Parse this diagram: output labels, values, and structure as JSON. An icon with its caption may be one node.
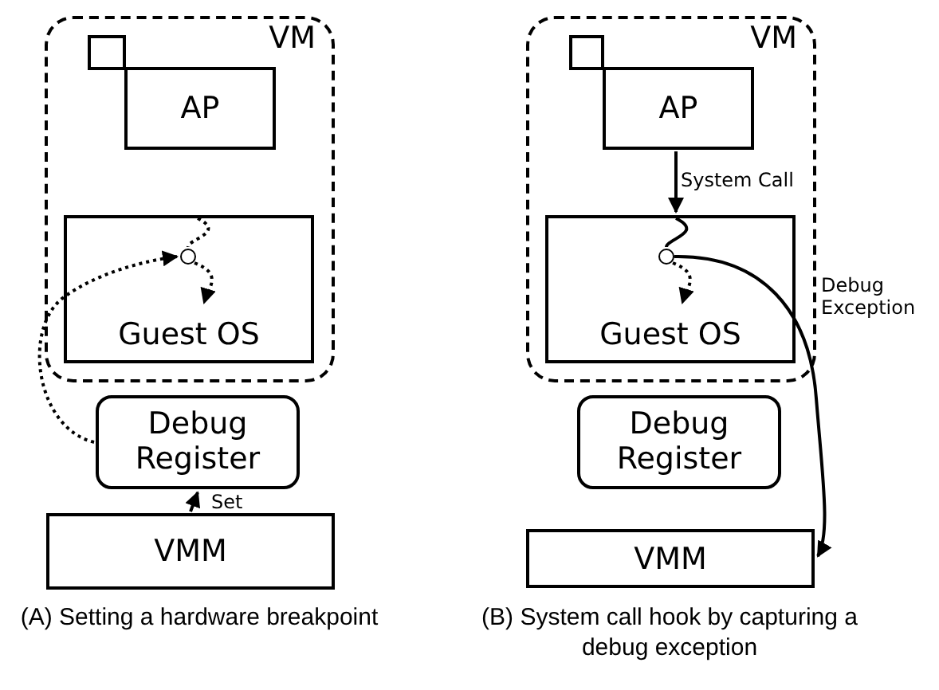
{
  "diagram": {
    "nodes": [
      {
        "text": [
          "VM"
        ]
      },
      {
        "text": [],
        "shape": "box",
        "in": 0
      },
      {
        "text": [
          "AP"
        ],
        "in": 0
      },
      {
        "text": [
          "Guest OS"
        ],
        "in": 0
      },
      {
        "text": [],
        "shape": "circle",
        "in": 3
      },
      {
        "text": [
          "Debug Register"
        ]
      },
      {
        "text": [
          "VMM"
        ]
      },
      {
        "text": [
          "VM"
        ]
      },
      {
        "text": [],
        "shape": "box",
        "in": 7
      },
      {
        "text": [
          "AP"
        ],
        "in": 7
      },
      {
        "text": [
          "Guest OS"
        ],
        "in": 7
      },
      {
        "text": [],
        "shape": "circle",
        "in": 10
      },
      {
        "text": [
          "Debug Register"
        ]
      },
      {
        "text": [
          "VMM"
        ]
      }
    ],
    "edges": [
      {
        "from": 6,
        "to": 5,
        "arrow": "to",
        "label": "Set"
      },
      {
        "from": 5,
        "to": 4,
        "arrow": "to",
        "style": "dashed"
      },
      {
        "from": 3,
        "to": 4,
        "arrow": "none",
        "style": "dashed"
      },
      {
        "from": 4,
        "to": null,
        "arrow": "to",
        "style": "dashed"
      },
      {
        "from": 9,
        "to": 10,
        "arrow": "to",
        "label": "System Call"
      },
      {
        "from": 10,
        "to": 11,
        "arrow": "none"
      },
      {
        "from": 11,
        "to": 13,
        "arrow": "to",
        "label": "Debug Exception"
      },
      {
        "from": 11,
        "to": null,
        "arrow": "to",
        "style": "dashed"
      }
    ],
    "labels": [
      "(A) Setting a hardware breakpoint",
      "(B) System call hook by capturing a debug exception"
    ]
  }
}
